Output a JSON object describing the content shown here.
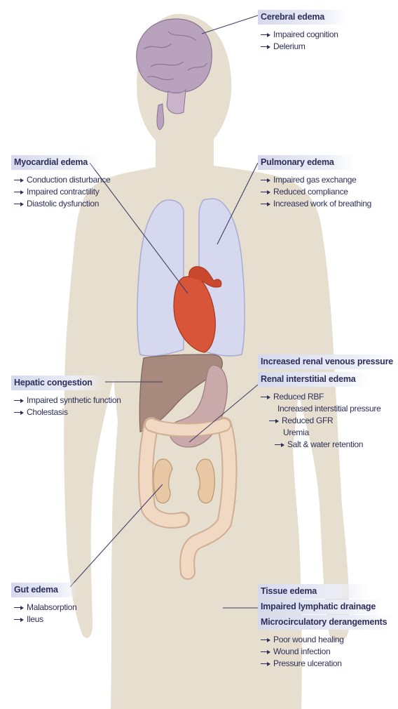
{
  "callouts": {
    "cerebral": {
      "title": "Cerebral edema",
      "items": [
        "Impaired cognition",
        "Delerium"
      ]
    },
    "myocardial": {
      "title": "Myocardial edema",
      "items": [
        "Conduction disturbance",
        "Impaired contractility",
        "Diastolic dysfunction"
      ]
    },
    "pulmonary": {
      "title": "Pulmonary edema",
      "items": [
        "Impaired gas exchange",
        "Reduced compliance",
        "Increased work of breathing"
      ]
    },
    "hepatic": {
      "title": "Hepatic congestion",
      "items": [
        "Impaired synthetic function",
        "Cholestasis"
      ]
    },
    "renal": {
      "title_1": "Increased renal venous pressure",
      "title_2": "Renal interstitial edema",
      "items": [
        "Reduced RBF",
        "Increased interstitial pressure",
        "Reduced GFR",
        "Uremia",
        "Salt & water retention"
      ]
    },
    "gut": {
      "title": "Gut edema",
      "items": [
        "Malabsorption",
        "Ileus"
      ]
    },
    "tissue": {
      "title_1": "Tissue edema",
      "title_2": "Impaired lymphatic drainage",
      "title_3": "Microcirculatory derangements",
      "items": [
        "Poor wound healing",
        "Wound infection",
        "Pressure ulceration"
      ]
    }
  },
  "colors": {
    "body": "#e6dfcf",
    "brain": "#b8a2be",
    "lungs": "#d6d8f0",
    "heart": "#d9553a",
    "liver": "#a8897e",
    "stomach": "#c9a9a9",
    "intestine": "#f1d8c2",
    "kidney": "#e7c7a4",
    "text": "#2d2f5a"
  }
}
